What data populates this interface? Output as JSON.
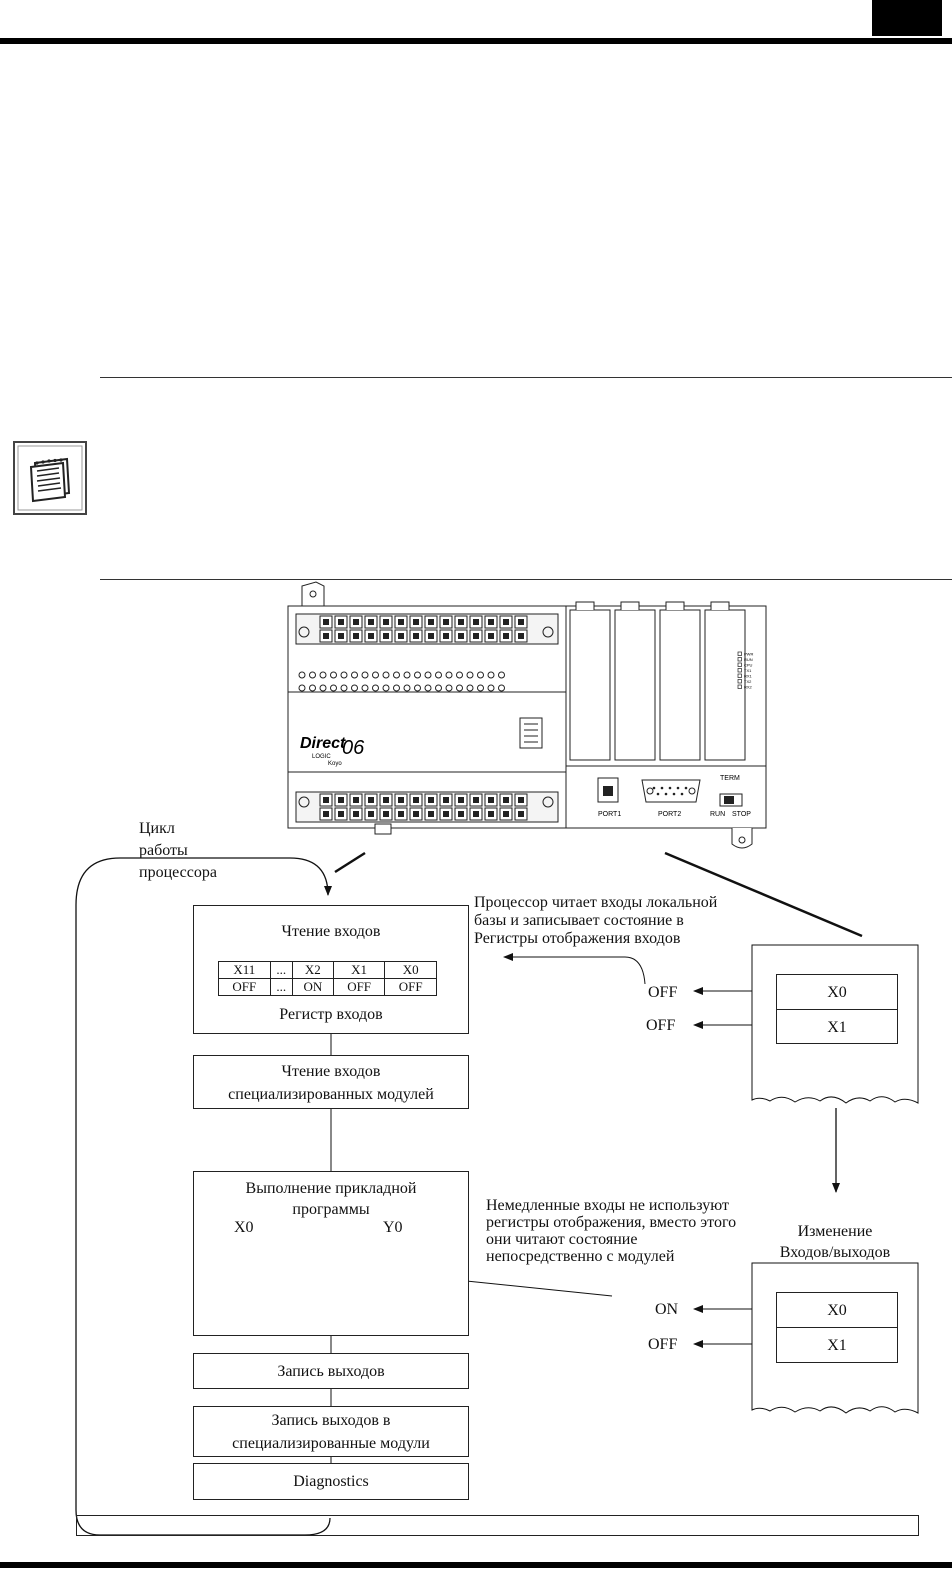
{
  "cycle_label": [
    "Цикл",
    "работы",
    "процессора"
  ],
  "read_inputs": {
    "title": "Чтение   входов",
    "register_headers": [
      "X11",
      "...",
      "X2",
      "X1",
      "X0"
    ],
    "register_values": [
      "OFF",
      "...",
      "ON",
      "OFF",
      "OFF"
    ],
    "caption": "Регистр входов"
  },
  "read_special": [
    "Чтение входов",
    "специализированных модулей"
  ],
  "execute_program": {
    "title": [
      "Выполнение прикладной",
      "программы"
    ],
    "contact": "X0",
    "coil": "Y0"
  },
  "write_outputs": "Запись выходов",
  "write_special": [
    "Запись выходов в",
    "специализированные модули"
  ],
  "diagnostics": "Diagnostics",
  "note_top": [
    "Процессор читает входы локальной",
    "базы и записывает состояние в",
    "Регистры отображения входов"
  ],
  "note_immediate": [
    "Немедленные входы не используют",
    "регистры отображения, вместо этого",
    "они  читают состояние",
    "непосредственно с модулей"
  ],
  "io_change": [
    "Изменение",
    "Входов/выходов"
  ],
  "module_top": {
    "rows": [
      "X0",
      "X1"
    ],
    "states": [
      "OFF",
      "OFF"
    ]
  },
  "module_bottom": {
    "rows": [
      "X0",
      "X1"
    ],
    "states": [
      "ON",
      "OFF"
    ]
  },
  "plc": {
    "brand": "Direct",
    "model": "06",
    "sub_brand": "LOGIC",
    "maker": "Koyo",
    "port1": "PORT1",
    "port2": "PORT2",
    "term": "TERM",
    "run": "RUN",
    "stop": "STOP",
    "leds": [
      "PWR",
      "RUN",
      "CPU",
      "TX1",
      "RX1",
      "TX2",
      "RX2"
    ]
  }
}
